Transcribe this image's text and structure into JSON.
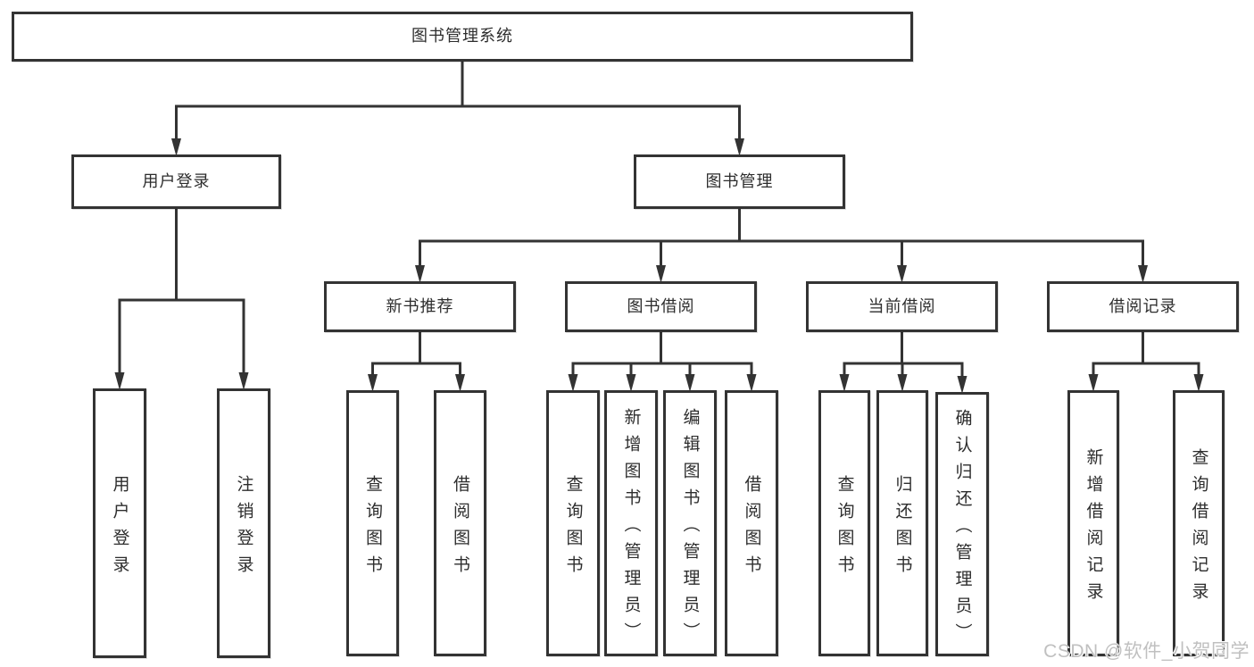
{
  "diagram": {
    "title": "图书管理系统",
    "nodes": [
      {
        "id": "root",
        "label": "图书管理系统"
      },
      {
        "id": "user-login-branch",
        "label": "用户登录",
        "parent": "root"
      },
      {
        "id": "book-management",
        "label": "图书管理",
        "parent": "root"
      },
      {
        "id": "new-book-recommend",
        "label": "新书推荐",
        "parent": "book-management"
      },
      {
        "id": "book-borrowing",
        "label": "图书借阅",
        "parent": "book-management"
      },
      {
        "id": "current-borrowing",
        "label": "当前借阅",
        "parent": "book-management"
      },
      {
        "id": "borrowing-records",
        "label": "借阅记录",
        "parent": "book-management"
      },
      {
        "id": "leaf-user-login",
        "label": "用户登录",
        "parent": "user-login-branch",
        "vertical": true
      },
      {
        "id": "leaf-logout",
        "label": "注销登录",
        "parent": "user-login-branch",
        "vertical": true
      },
      {
        "id": "leaf-query-book-new",
        "label": "查询图书",
        "parent": "new-book-recommend",
        "vertical": true
      },
      {
        "id": "leaf-borrow-book-new",
        "label": "借阅图书",
        "parent": "new-book-recommend",
        "vertical": true
      },
      {
        "id": "leaf-query-book-borrow",
        "label": "查询图书",
        "parent": "book-borrowing",
        "vertical": true
      },
      {
        "id": "leaf-add-book",
        "label": "新增图书（管理员）",
        "parent": "book-borrowing",
        "vertical": true
      },
      {
        "id": "leaf-edit-book",
        "label": "编辑图书（管理员）",
        "parent": "book-borrowing",
        "vertical": true
      },
      {
        "id": "leaf-borrow-book-borrow",
        "label": "借阅图书",
        "parent": "book-borrowing",
        "vertical": true
      },
      {
        "id": "leaf-query-book-current",
        "label": "查询图书",
        "parent": "current-borrowing",
        "vertical": true
      },
      {
        "id": "leaf-return-book",
        "label": "归还图书",
        "parent": "current-borrowing",
        "vertical": true
      },
      {
        "id": "leaf-confirm-return",
        "label": "确认归还（管理员）",
        "parent": "current-borrowing",
        "vertical": true
      },
      {
        "id": "leaf-add-borrow-record",
        "label": "新增借阅记录",
        "parent": "borrowing-records",
        "vertical": true
      },
      {
        "id": "leaf-query-borrow-record",
        "label": "查询借阅记录",
        "parent": "borrowing-records",
        "vertical": true
      }
    ]
  },
  "watermark": {
    "text": "CSDN @软件_小贺同学"
  },
  "colors": {
    "line": "#333333",
    "box_border": "#333333",
    "text": "#2d2d2d",
    "watermark": "#c0c0c0",
    "background": "#ffffff"
  }
}
